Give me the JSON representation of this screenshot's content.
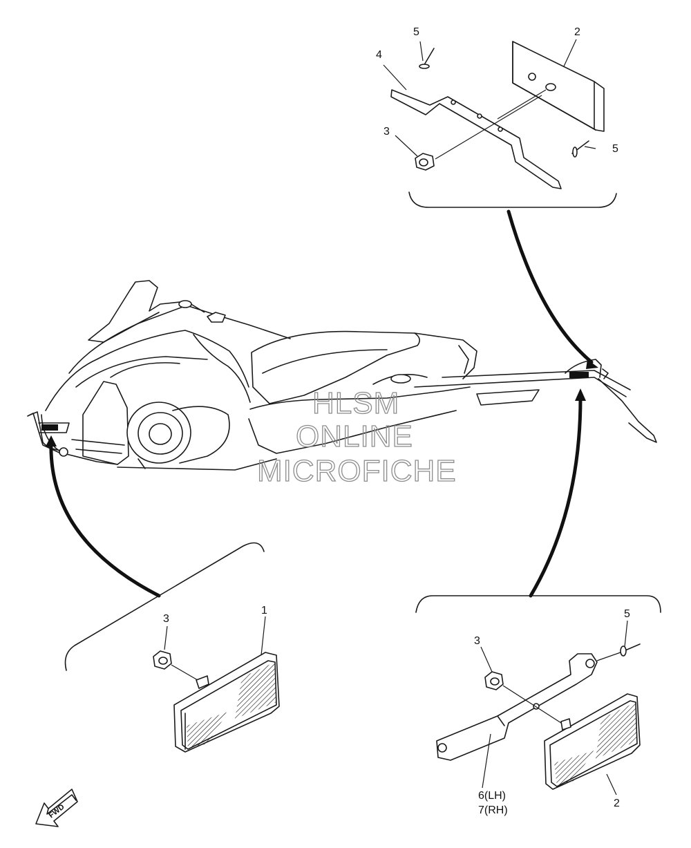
{
  "labels": {
    "top": {
      "bracket": "4",
      "rivet_a": "5",
      "reflector": "2",
      "nut": "3",
      "rivet_b": "5"
    },
    "front": {
      "nut": "3",
      "reflector": "1"
    },
    "rear": {
      "nut": "3",
      "rivet": "5",
      "bracket_lh": "6(LH)",
      "bracket_rh": "7(RH)",
      "reflector": "2"
    }
  },
  "watermark": {
    "line1": "HLSM",
    "line2": "ONLINE",
    "line3": "MICROFICHE"
  },
  "fwd_badge": "FWD",
  "icons": [
    "fwd-arrow-icon"
  ]
}
